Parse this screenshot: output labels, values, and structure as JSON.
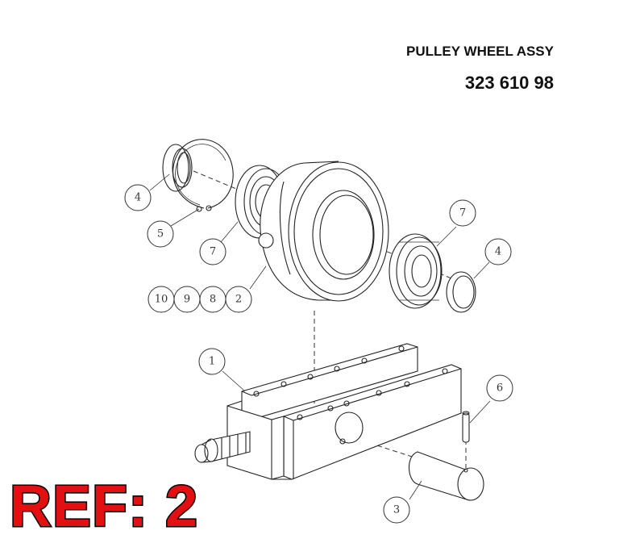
{
  "header": {
    "title": "PULLEY WHEEL ASSY",
    "part_number": "323 610 98"
  },
  "callouts": [
    {
      "id": "callout-4-left",
      "label": "4"
    },
    {
      "id": "callout-5",
      "label": "5"
    },
    {
      "id": "callout-7-left",
      "label": "7"
    },
    {
      "id": "callout-10",
      "label": "10"
    },
    {
      "id": "callout-9",
      "label": "9"
    },
    {
      "id": "callout-8",
      "label": "8"
    },
    {
      "id": "callout-2",
      "label": "2"
    },
    {
      "id": "callout-7-right",
      "label": "7"
    },
    {
      "id": "callout-4-right",
      "label": "4"
    },
    {
      "id": "callout-1",
      "label": "1"
    },
    {
      "id": "callout-6",
      "label": "6"
    },
    {
      "id": "callout-3",
      "label": "3"
    }
  ],
  "ref_label": "REF: 2"
}
